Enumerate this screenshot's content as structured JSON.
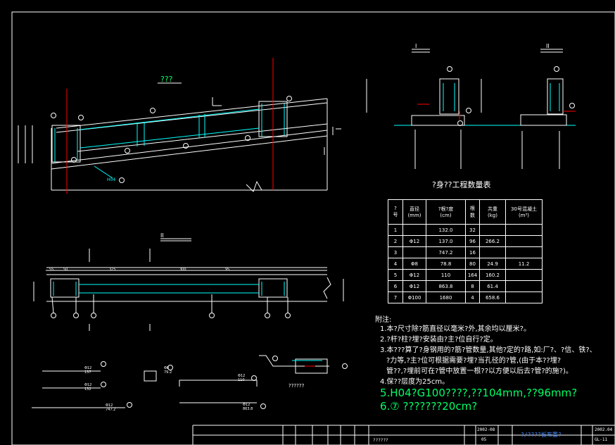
{
  "drawing": {
    "elevation_title": "???",
    "section_mark": "I",
    "plan_section_label": "II",
    "detail_label_1": "I",
    "detail_label_2": "II",
    "h104_label": "H04",
    "bridge_label": "??????"
  },
  "table": {
    "title": "?身??工程数量表",
    "headers": [
      "?\n号",
      "直径\n(mm)",
      "?根?度\n(cm)",
      "根\n数",
      "共重\n(kg)",
      "30号混凝土\n(m³)"
    ],
    "rows": [
      {
        "no": "1",
        "dia": "",
        "len": "132.0",
        "count": "32",
        "weight": "",
        "concrete": ""
      },
      {
        "no": "2",
        "dia": "Φ12",
        "len": "137.0",
        "count": "96",
        "weight": "266.2",
        "concrete": ""
      },
      {
        "no": "3",
        "dia": "",
        "len": "747.2",
        "count": "16",
        "weight": "",
        "concrete": ""
      },
      {
        "no": "4",
        "dia": "Φ8",
        "len": "78.8",
        "count": "80",
        "weight": "24.9",
        "concrete": "11.2"
      },
      {
        "no": "5",
        "dia": "Φ12",
        "len": "110",
        "count": "164",
        "weight": "160.2",
        "concrete": ""
      },
      {
        "no": "6",
        "dia": "Φ12",
        "len": "863.8",
        "count": "8",
        "weight": "61.4",
        "concrete": ""
      },
      {
        "no": "7",
        "dia": "Φ100",
        "len": "1680",
        "count": "4",
        "weight": "658.6",
        "concrete": ""
      }
    ]
  },
  "notes": {
    "heading": "附注:",
    "n1": "1.本?尺寸除?筋直径以毫米?外,其余均以厘米?。",
    "n2": "2.?杆?柱?埋?安装由?主?位自行?定。",
    "n3a": "3.本???算了?身钢用的?筋?管数量,其他?定的?路,如:厂?、?信、铁?、",
    "n3b": "?力等,?主?位可根据需要?埋?当孔径的?管,(由于本??埋?",
    "n3c": "管??,?埋前可在?管中放置一根??以方便以后去?管?的施?)。",
    "n4": "4.保??层度为25cm。",
    "n5": "5.H04?G100????,??104mm,??96mm?",
    "n6": "6.⑦ ???????20cm?"
  },
  "titleblock": {
    "date": "2002-08",
    "sheet": "GL-11",
    "project": "??????",
    "subtitle": "?/????板布置?",
    "year": "2002.04",
    "no": "05"
  },
  "dimensions": {
    "d1": "55",
    "d2": "50",
    "d3": "325",
    "d4": "300",
    "d5": "95",
    "r1": "79.2",
    "r2": "110",
    "r3": "132",
    "r4": "137",
    "r5": "747.2",
    "r6": "863.8",
    "rebar_a": "Φ12",
    "rebar_b": "Φ8"
  }
}
